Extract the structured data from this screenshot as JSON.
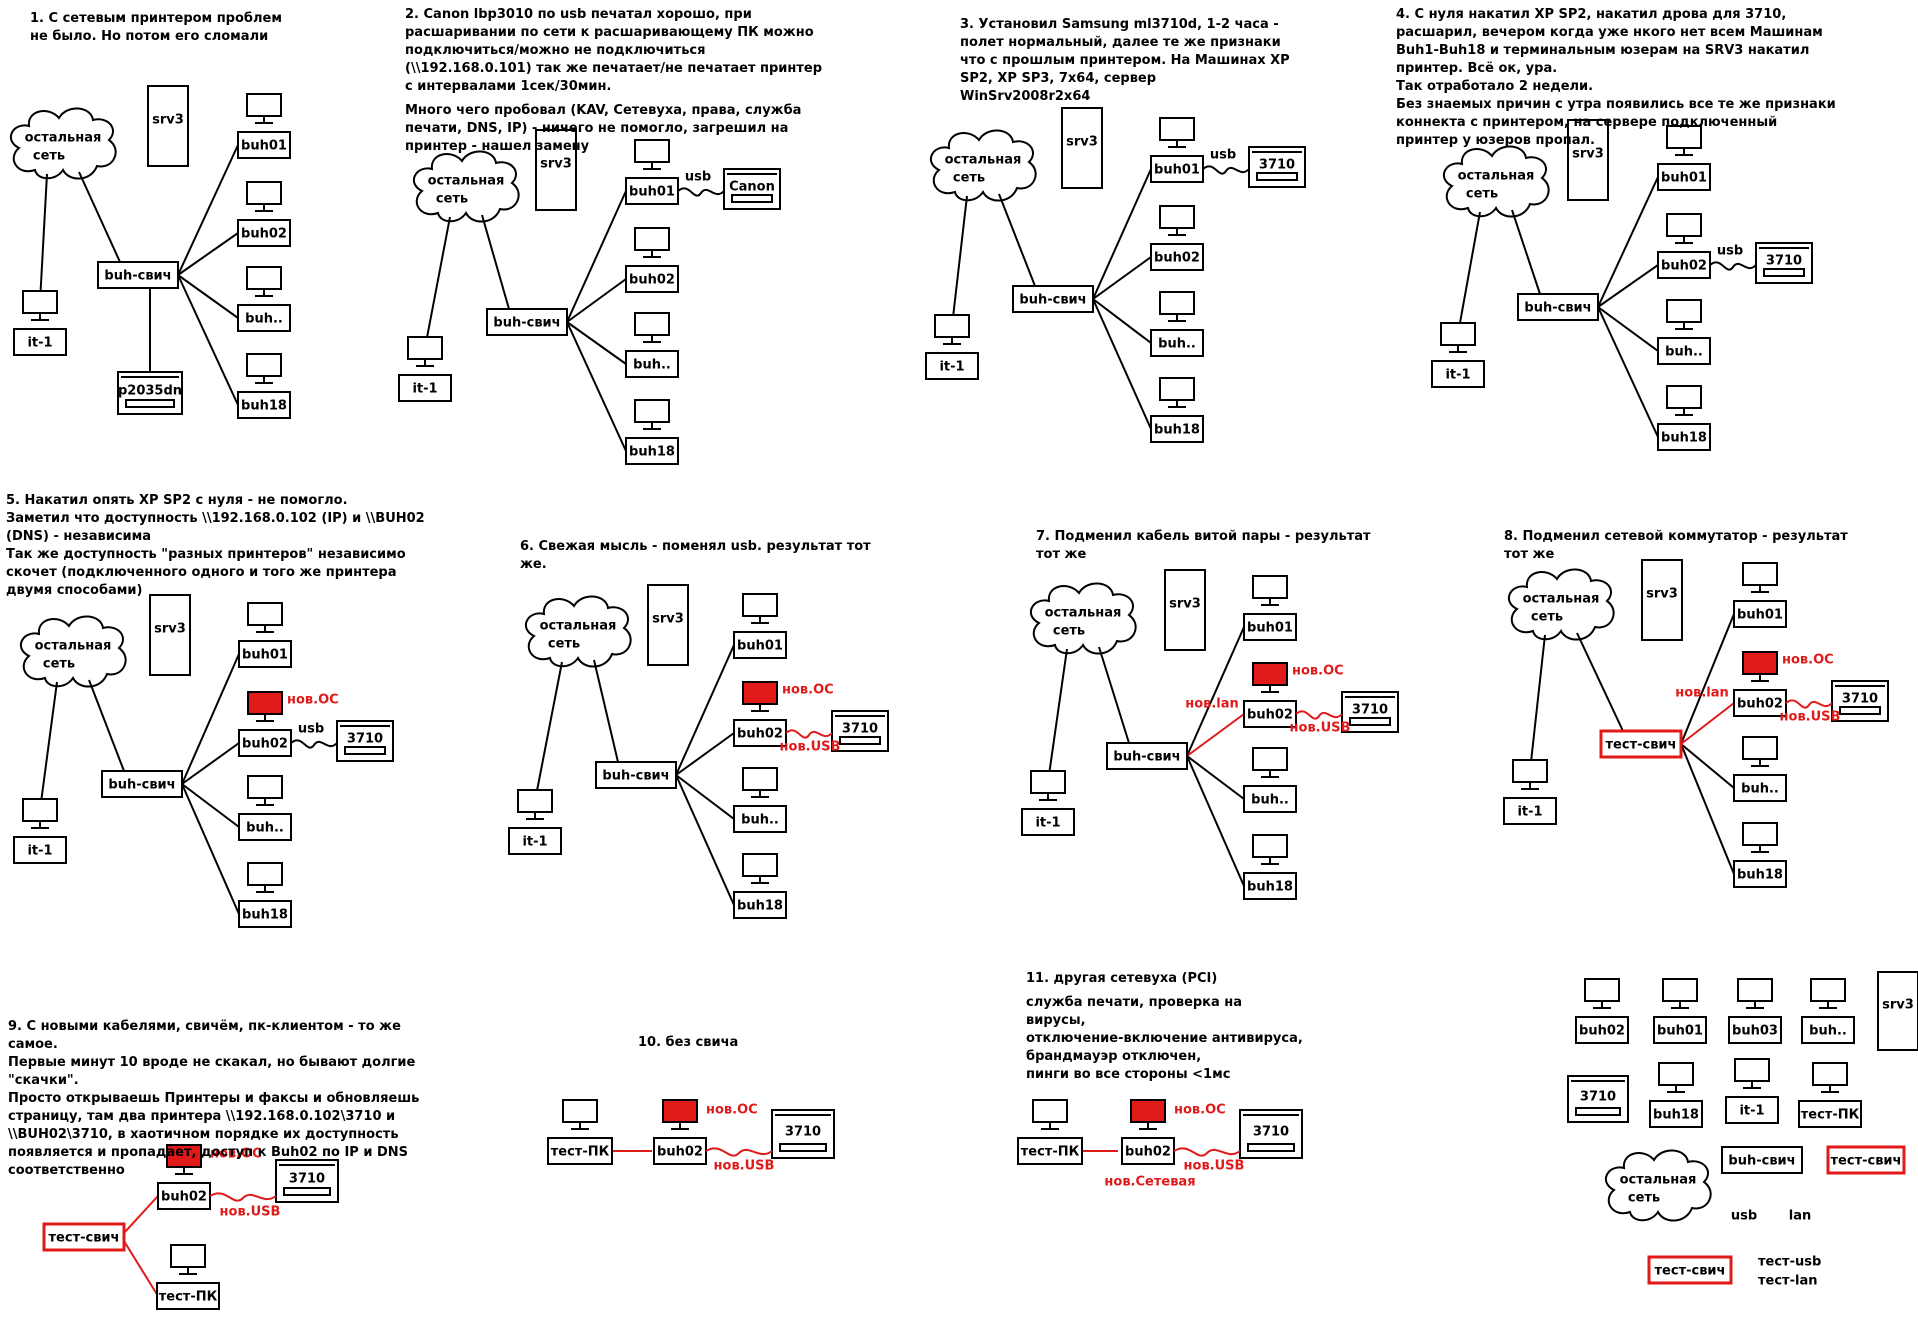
{
  "panels": [
    {
      "number": "1",
      "paragraphs": [
        "1. С сетевым принтером проблем не было. Но потом его сломали"
      ],
      "cloud_label": [
        "остальная",
        "сеть"
      ],
      "server_label": "srv3",
      "switch": {
        "label": "buh-свич",
        "test": false
      },
      "admin_pc": "it-1",
      "clients": [
        {
          "label": "buh01"
        },
        {
          "label": "buh02"
        },
        {
          "label": "buh.."
        },
        {
          "label": "buh18"
        }
      ],
      "net_printer": "p2035dn"
    },
    {
      "number": "2",
      "paragraphs": [
        "2. Canon lbp3010 по usb печатал хорошо, при расшаривании по сети к расшаривающему ПК можно подключиться/можно не подключиться (\\\\192.168.0.101) так же печатает/не печатает принтер с интервалами 1сек/30мин.",
        "Много чего пробовал (KAV, Сетевуха, права, служба печати, DNS, IP) - ничего не помогло, загрешил на принтер - нашел замену"
      ],
      "cloud_label": [
        "остальная",
        "сеть"
      ],
      "server_label": "srv3",
      "switch": {
        "label": "buh-свич",
        "test": false
      },
      "admin_pc": "it-1",
      "clients": [
        {
          "label": "buh01",
          "printer": "Canon",
          "link": "usb"
        },
        {
          "label": "buh02"
        },
        {
          "label": "buh.."
        },
        {
          "label": "buh18"
        }
      ]
    },
    {
      "number": "3",
      "paragraphs": [
        "3. Установил Samsung ml3710d, 1-2 часа - полет нормальный, далее те же признаки что с прошлым принтером. На Машинах XP SP2, XP SP3, 7x64, сервер WinSrv2008r2x64"
      ],
      "cloud_label": [
        "остальная",
        "сеть"
      ],
      "server_label": "srv3",
      "switch": {
        "label": "buh-свич",
        "test": false
      },
      "admin_pc": "it-1",
      "clients": [
        {
          "label": "buh01",
          "printer": "3710",
          "link": "usb"
        },
        {
          "label": "buh02"
        },
        {
          "label": "buh.."
        },
        {
          "label": "buh18"
        }
      ]
    },
    {
      "number": "4",
      "paragraphs": [
        "4. С нуля накатил XP SP2, накатил дрова для 3710, расшарил, вечером когда уже нкого нет всем Машинам Buh1-Buh18 и терминальным юзерам на SRV3 накатил принтер. Всё ок, ура.\nТак отработало 2 недели.\nБез знаемых причин с утра появились все те же признаки коннекта с принтером, на сервере подключенный принтер у юзеров пропал."
      ],
      "cloud_label": [
        "остальная",
        "сеть"
      ],
      "server_label": "srv3",
      "switch": {
        "label": "buh-свич",
        "test": false
      },
      "admin_pc": "it-1",
      "clients": [
        {
          "label": "buh01"
        },
        {
          "label": "buh02",
          "printer": "3710",
          "link": "usb"
        },
        {
          "label": "buh.."
        },
        {
          "label": "buh18"
        }
      ]
    },
    {
      "number": "5",
      "paragraphs": [
        "5. Накатил опять XP SP2 с нуля - не помогло.\nЗаметил что доступность \\\\192.168.0.102 (IP) и \\\\BUH02 (DNS) - независима\nТак же доступность \"разных принтеров\" независимо скочет (подключенного одного и того же принтера двумя способами)"
      ],
      "cloud_label": [
        "остальная",
        "сеть"
      ],
      "server_label": "srv3",
      "switch": {
        "label": "buh-свич",
        "test": false
      },
      "admin_pc": "it-1",
      "clients": [
        {
          "label": "buh01"
        },
        {
          "label": "buh02",
          "printer": "3710",
          "link": "usb",
          "new_os": "нов.ОС"
        },
        {
          "label": "buh.."
        },
        {
          "label": "buh18"
        }
      ]
    },
    {
      "number": "6",
      "paragraphs": [
        "6. Свежая мысль - поменял usb. результат тот же."
      ],
      "cloud_label": [
        "остальная",
        "сеть"
      ],
      "server_label": "srv3",
      "switch": {
        "label": "buh-свич",
        "test": false
      },
      "admin_pc": "it-1",
      "clients": [
        {
          "label": "buh01"
        },
        {
          "label": "buh02",
          "printer": "3710",
          "new_os": "нов.ОС",
          "new_usb": "нов.USB"
        },
        {
          "label": "buh.."
        },
        {
          "label": "buh18"
        }
      ]
    },
    {
      "number": "7",
      "paragraphs": [
        "7. Подменил кабель витой пары - результат тот же"
      ],
      "cloud_label": [
        "остальная",
        "сеть"
      ],
      "server_label": "srv3",
      "switch": {
        "label": "buh-свич",
        "test": false
      },
      "admin_pc": "it-1",
      "clients": [
        {
          "label": "buh01"
        },
        {
          "label": "buh02",
          "printer": "3710",
          "new_os": "нов.ОС",
          "new_usb": "нов.USB",
          "new_lan": "нов.lan"
        },
        {
          "label": "buh.."
        },
        {
          "label": "buh18"
        }
      ]
    },
    {
      "number": "8",
      "paragraphs": [
        "8. Подменил сетевой коммутатор - результат тот же"
      ],
      "cloud_label": [
        "остальная",
        "сеть"
      ],
      "server_label": "srv3",
      "switch": {
        "label": "тест-свич",
        "test": true
      },
      "admin_pc": "it-1",
      "clients": [
        {
          "label": "buh01"
        },
        {
          "label": "buh02",
          "printer": "3710",
          "new_os": "нов.ОС",
          "new_usb": "нов.USB",
          "new_lan": "нов.lan"
        },
        {
          "label": "buh.."
        },
        {
          "label": "buh18"
        }
      ]
    },
    {
      "number": "9",
      "paragraphs": [
        "9. С новыми кабелями, свичём, пк-клиентом - то же самое.\nПервые минут 10 вроде не скакал, но бывают долгие \"скачки\".\nПросто открываешь Принтеры и факсы и обновляешь страницу, там два принтера \\\\192.168.0.102\\3710 и \\\\BUH02\\3710, в хаотичном порядке их доступность появляется и пропадает, доступ к Buh02 по IP и DNS соответственно"
      ],
      "new_os": "нов.ОС",
      "pc": "buh02",
      "printer": "3710",
      "new_usb": "нов.USB",
      "switch_label": "тест-свич",
      "test_pc": "тест-ПК"
    },
    {
      "number": "10",
      "paragraphs": [
        "10. без свича"
      ],
      "test_pc": "тест-ПК",
      "pc": "buh02",
      "new_os": "нов.ОС",
      "printer": "3710",
      "new_usb": "нов.USB"
    },
    {
      "number": "11",
      "paragraphs": [
        "11. другая сетевуха (PCI)",
        "служба печати, проверка на вирусы,\nотключение-включение антивируса,\nбрандмауэр отключен,\nпинги во все стороны <1мс"
      ],
      "test_pc": "тест-ПК",
      "pc": "buh02",
      "new_os": "нов.ОС",
      "printer": "3710",
      "new_usb": "нов.USB",
      "new_nic": "нов.Сетевая"
    }
  ],
  "legend": {
    "pcs": [
      "buh02",
      "buh01",
      "buh03",
      "buh..",
      "buh18",
      "it-1",
      "тест-ПК"
    ],
    "server": "srv3",
    "printer": "3710",
    "switch": "buh-свич",
    "test_switch": "тест-свич",
    "cloud": [
      "остальная",
      "сеть"
    ],
    "usb": "usb",
    "lan": "lan",
    "test_switch_2": "тест-свич",
    "test_usb": "тест-usb",
    "test_lan": "тест-lan"
  },
  "colors": {
    "ink": "#000000",
    "highlight": "#e01919",
    "screen_new": "#e01919"
  }
}
